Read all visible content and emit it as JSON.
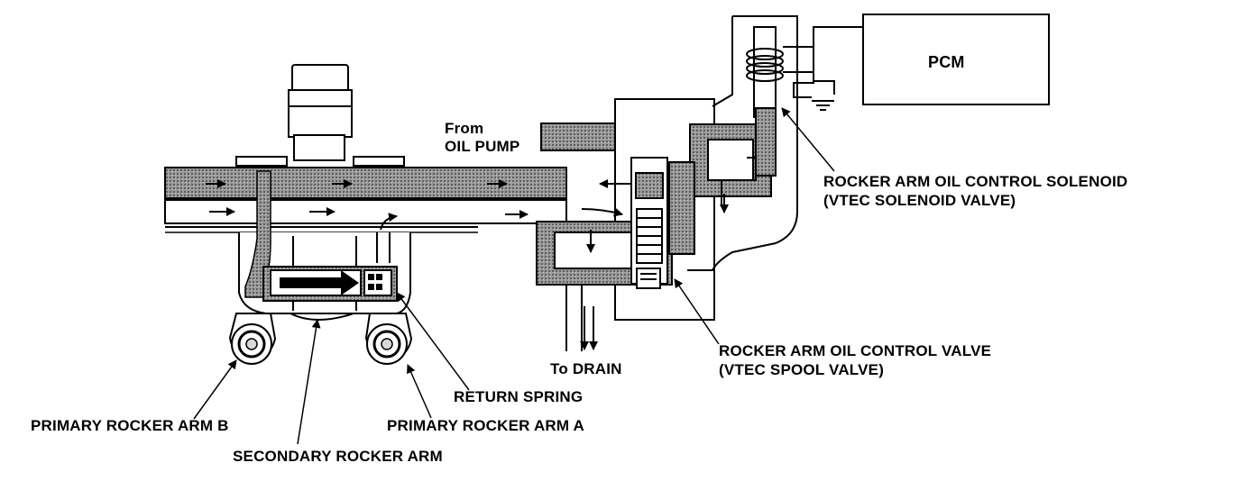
{
  "labels": {
    "pcm": "PCM",
    "from": "From",
    "oil_pump": "OIL PUMP",
    "solenoid_line1": "ROCKER ARM OIL CONTROL SOLENOID",
    "solenoid_line2": "(VTEC SOLENOID VALVE)",
    "valve_line1": "ROCKER ARM OIL CONTROL VALVE",
    "valve_line2": "(VTEC SPOOL VALVE)",
    "to_drain": "To DRAIN",
    "return_spring": "RETURN SPRING",
    "primary_b": "PRIMARY ROCKER ARM B",
    "primary_a": "PRIMARY ROCKER ARM A",
    "secondary": "SECONDARY ROCKER ARM"
  },
  "colors": {
    "line": "#000000",
    "oil_fill": "#8a8a8a",
    "background": "#ffffff"
  }
}
